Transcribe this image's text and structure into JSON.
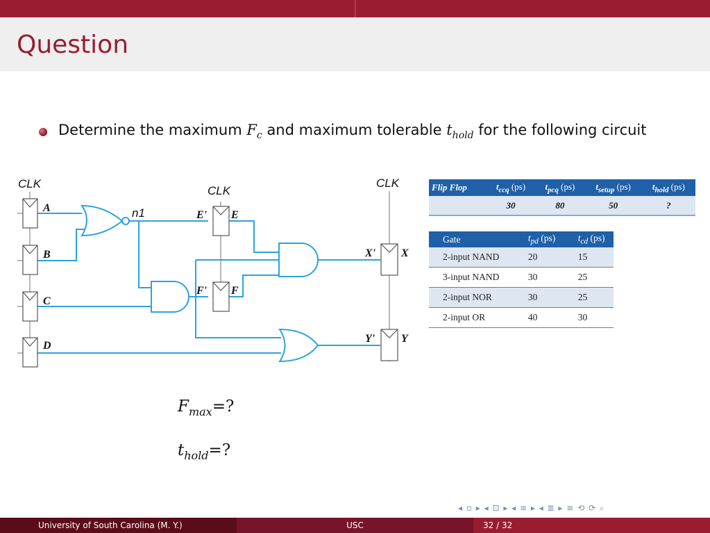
{
  "slide": {
    "title": "Question",
    "question": {
      "text_before": "Determine the maximum ",
      "fc_main": "F",
      "fc_sub": "c",
      "text_mid": " and maximum tolerable ",
      "thold_main": "t",
      "thold_sub": "hold",
      "text_after": " for the following circuit"
    }
  },
  "circuit": {
    "clk_labels": [
      "CLK",
      "CLK",
      "CLK"
    ],
    "input_regs": [
      "A",
      "B",
      "C",
      "D"
    ],
    "mid_regs": [
      "E",
      "E",
      "F",
      "F"
    ],
    "mid_reg_labels": [
      "E'",
      "E",
      "F'",
      "F"
    ],
    "out_reg_labels": [
      "X'",
      "X",
      "Y'",
      "Y"
    ],
    "node_label": "n1"
  },
  "flipflop_table": {
    "headers": [
      "Flip Flop",
      "tccq (ps)",
      "tpcq (ps)",
      "tsetup (ps)",
      "thold (ps)"
    ],
    "header_parts": [
      {
        "main": "Flip Flop",
        "sub": "",
        "unit": ""
      },
      {
        "main": "t",
        "sub": "ccq",
        "unit": " (ps)"
      },
      {
        "main": "t",
        "sub": "pcq",
        "unit": " (ps)"
      },
      {
        "main": "t",
        "sub": "setup",
        "unit": " (ps)"
      },
      {
        "main": "t",
        "sub": "hold",
        "unit": " (ps)"
      }
    ],
    "row": [
      "",
      "30",
      "80",
      "50",
      "?"
    ]
  },
  "gate_table": {
    "headers": [
      {
        "main": "Gate",
        "sub": "",
        "unit": ""
      },
      {
        "main": "t",
        "sub": "pd",
        "unit": " (ps)"
      },
      {
        "main": "t",
        "sub": "cd",
        "unit": " (ps)"
      }
    ],
    "rows": [
      [
        "2-input NAND",
        "20",
        "15"
      ],
      [
        "3-input NAND",
        "30",
        "25"
      ],
      [
        "2-input NOR",
        "30",
        "25"
      ],
      [
        "2-input OR",
        "40",
        "30"
      ]
    ]
  },
  "equations": {
    "fmax_main": "F",
    "fmax_sub": "max",
    "fmax_rhs": "=?",
    "thold_main": "t",
    "thold_sub": "hold",
    "thold_rhs": "=?"
  },
  "navigation": {
    "symbols": "◂ ▫ ▸ ◂ ⊡ ▸ ◂ ≡ ▸ ◂ ≣ ▸   ≡   ⟲ ⟳ ⌕"
  },
  "footer": {
    "left": "University of South Carolina  (M. Y.)",
    "center": "USC",
    "right": "32 / 32"
  },
  "colors": {
    "accent": "#9a1c31",
    "wire": "#2aa3dd",
    "table_header": "#1f60a8"
  }
}
